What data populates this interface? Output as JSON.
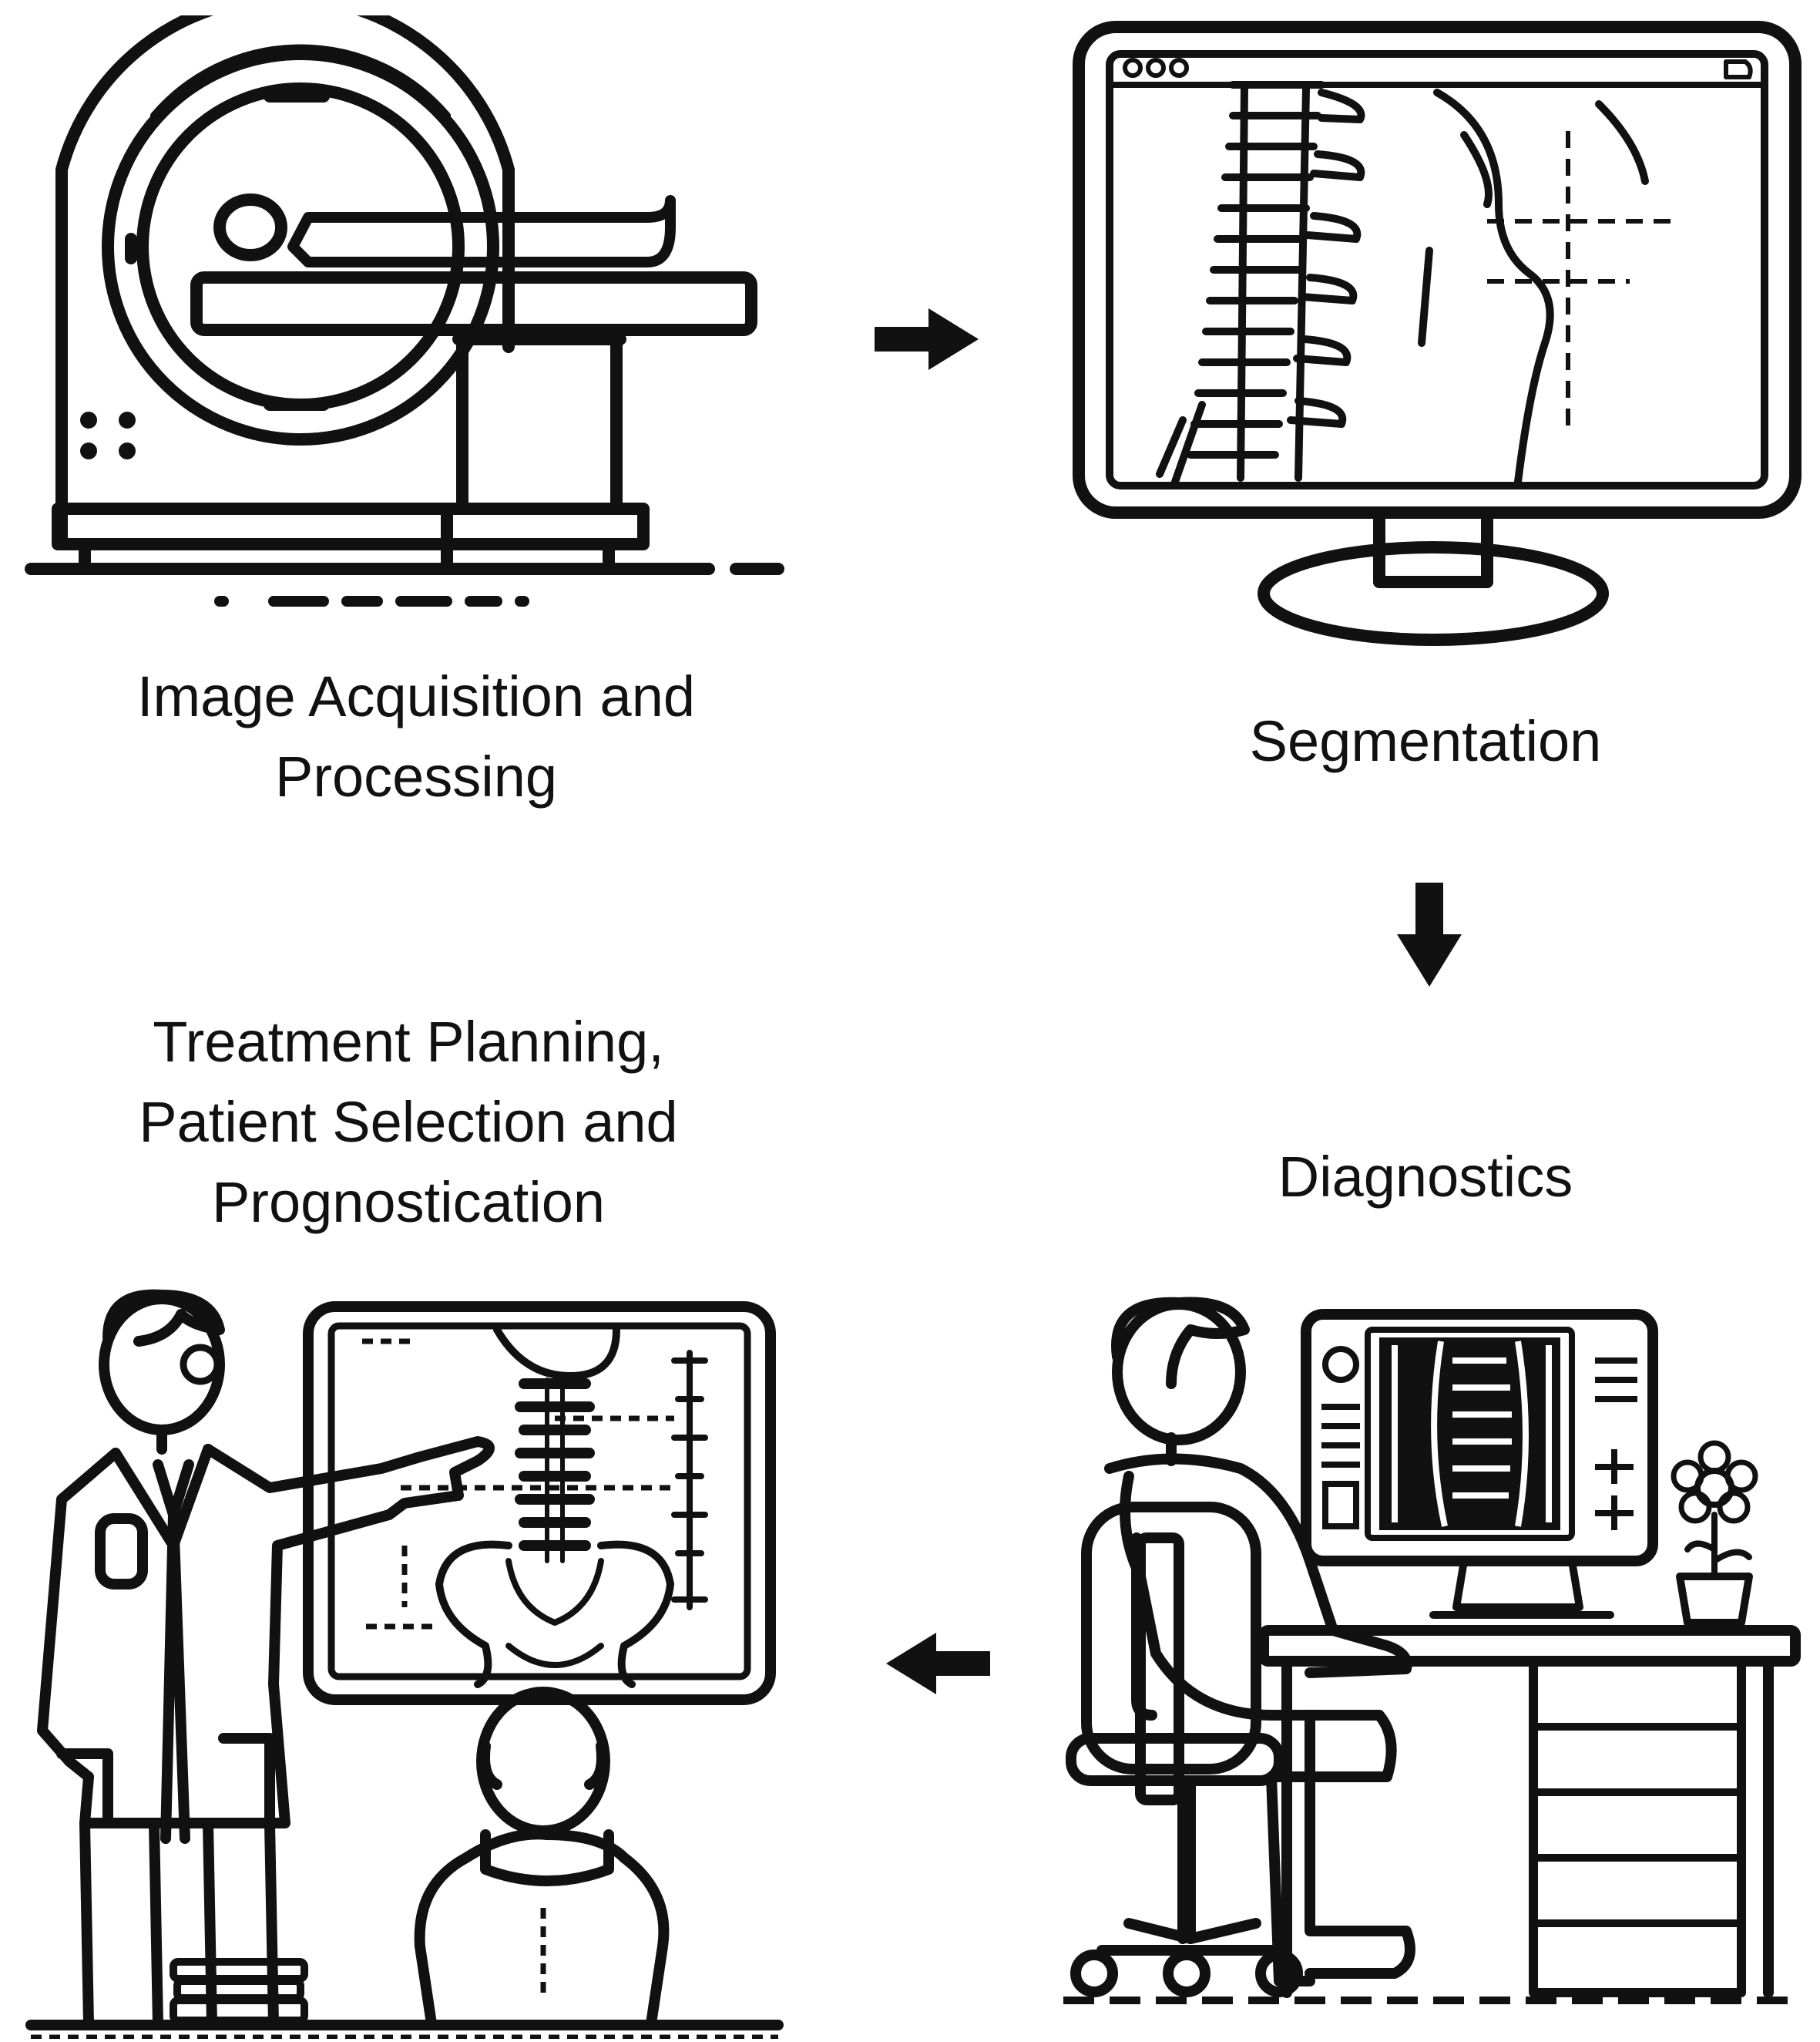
{
  "steps": [
    {
      "id": "acquisition",
      "lines": [
        "Image Acquisition and",
        "Processing"
      ],
      "icon": "ct-scanner-icon"
    },
    {
      "id": "segmentation",
      "lines": [
        "Segmentation"
      ],
      "icon": "spine-monitor-icon"
    },
    {
      "id": "diagnostics",
      "lines": [
        "Diagnostics"
      ],
      "icon": "radiologist-workstation-icon"
    },
    {
      "id": "treatment",
      "lines": [
        "Treatment Planning,",
        "Patient Selection and",
        "Prognostication"
      ],
      "icon": "doctor-explaining-xray-icon"
    }
  ],
  "flow": [
    "acquisition",
    "segmentation",
    "diagnostics",
    "treatment"
  ],
  "colors": {
    "line": "#111111",
    "background": "#ffffff"
  }
}
